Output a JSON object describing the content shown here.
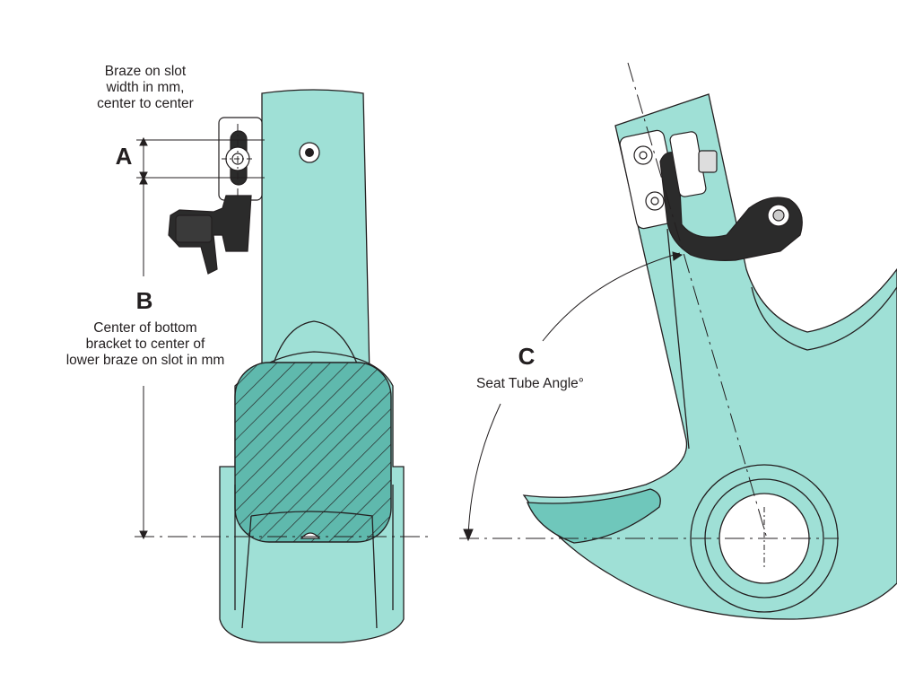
{
  "colors": {
    "frame": "#9fe0d6",
    "frame_dark": "#6fc7bb",
    "line": "#231f20",
    "derailleur": "#2b2b2b",
    "clamp": "#ffffff"
  },
  "labels": {
    "a_title": "Braze on slot width in mm, center to center",
    "a_line1": "Braze on slot",
    "a_line2": "width in mm,",
    "a_line3": "center to center",
    "a_letter": "A",
    "b_letter": "B",
    "b_line1": "Center of bottom",
    "b_line2": "bracket to center of",
    "b_line3": "lower braze on slot in mm",
    "c_letter": "C",
    "c_text": "Seat Tube Angle°"
  }
}
